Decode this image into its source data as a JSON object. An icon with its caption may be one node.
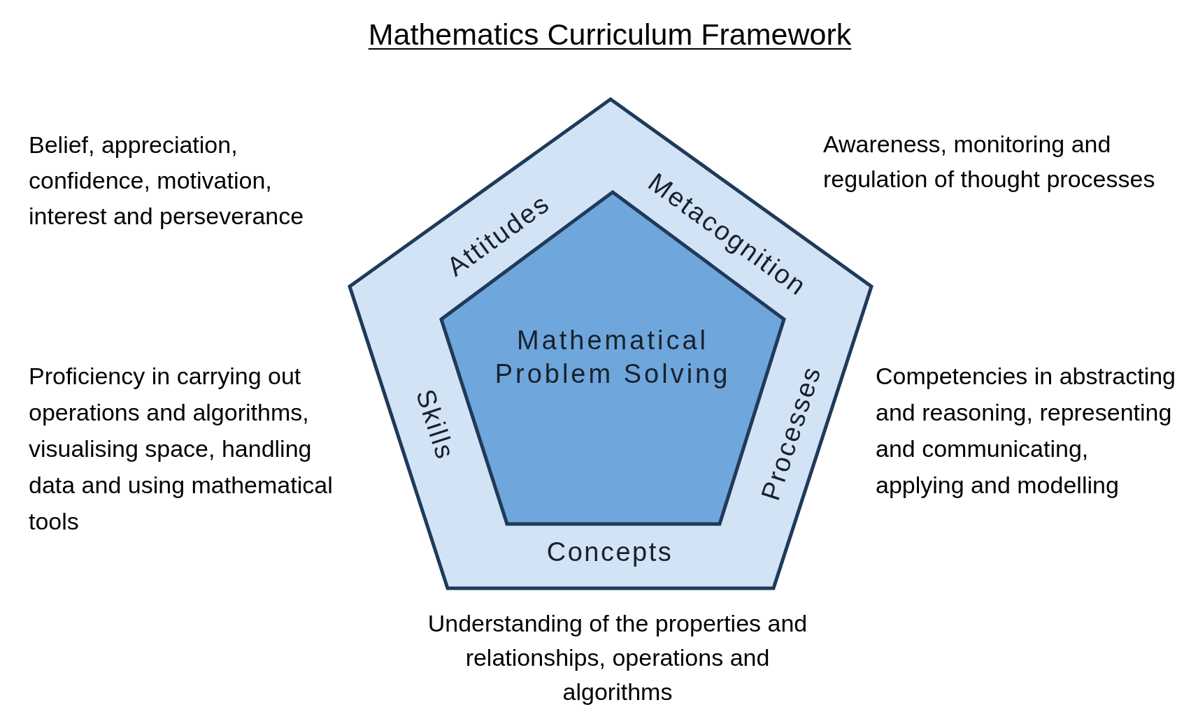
{
  "diagram": {
    "title": "Mathematics Curriculum Framework",
    "nodes": [
      {
        "text": [
          "Attitudes",
          "Metacognition",
          "Skills",
          "Processes",
          "Concepts"
        ]
      },
      {
        "text": [
          "Mathematical Problem Solving"
        ],
        "in": 0
      }
    ],
    "labels": [
      "Belief, appreciation, confidence, motivation, interest and perseverance",
      "Awareness, monitoring and regulation of thought processes",
      "Proficiency in carrying out operations and algorithms, visualising space, handling data and using mathematical tools",
      "Competencies in abstracting and reasoning, representing and communicating, applying and modelling",
      "Understanding of the properties and relationships, operations and algorithms"
    ]
  }
}
